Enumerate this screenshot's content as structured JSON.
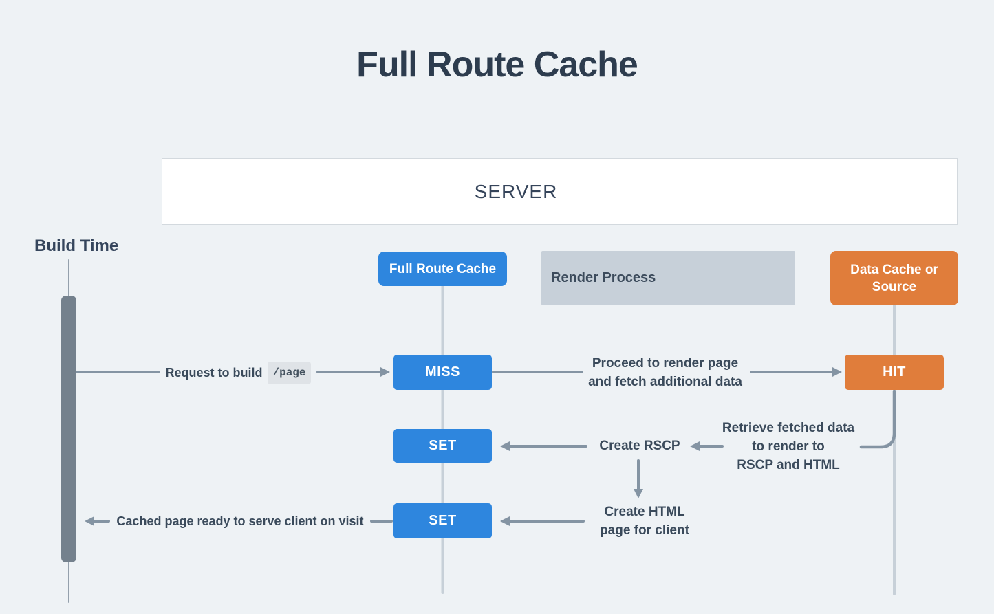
{
  "page": {
    "title": "Full Route Cache"
  },
  "colors": {
    "background": "#EEF2F5",
    "blue": "#2E86DE",
    "orange": "#E07D3B",
    "slate_text": "#31404F",
    "connector_gray": "#8494A3",
    "lifeline_gray": "#C7D0D8",
    "timeline_bar": "#74818D",
    "render_process_bg": "#C7D0D9",
    "server_bg": "#FFFFFF",
    "code_chip_bg": "#DFE3E7"
  },
  "server": {
    "label": "SERVER"
  },
  "timeline": {
    "label": "Build Time"
  },
  "lanes": {
    "full_route_cache": {
      "label": "Full Route Cache"
    },
    "render_process": {
      "label": "Render Process"
    },
    "data_cache": {
      "lines": [
        "Data Cache or",
        "Source"
      ]
    }
  },
  "nodes": {
    "miss": "MISS",
    "hit": "HIT",
    "set_rscp": "SET",
    "set_html": "SET"
  },
  "flows": {
    "request_to_build": {
      "text": "Request to build",
      "code": "/page"
    },
    "proceed": {
      "lines": [
        "Proceed to render page",
        "and fetch additional data"
      ]
    },
    "retrieve": {
      "lines": [
        "Retrieve fetched data",
        "to render to",
        "RSCP and HTML"
      ]
    },
    "create_rscp": {
      "text": "Create RSCP"
    },
    "create_html": {
      "lines": [
        "Create HTML",
        "page for client"
      ]
    },
    "cached_ready": {
      "text": "Cached page ready to serve client on visit"
    }
  }
}
